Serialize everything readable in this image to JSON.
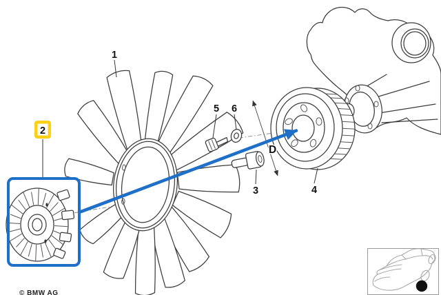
{
  "diagram": {
    "part_labels": [
      {
        "number": "1"
      },
      {
        "number": "2"
      },
      {
        "number": "3"
      },
      {
        "number": "4"
      },
      {
        "number": "5"
      },
      {
        "number": "6"
      }
    ],
    "highlighted_part": "2",
    "dimension_label": "D",
    "copyright": "© BMW AG",
    "colors": {
      "accent_blue": "#1e6fc8",
      "highlight_yellow": "#fdd017",
      "line": "#3b3b3b",
      "label_text": "#111111",
      "marker_black": "#101010",
      "thumb_border": "#999999"
    },
    "icons": [
      {
        "name": "car-location-icon",
        "meaning": "part location on vehicle"
      }
    ]
  }
}
